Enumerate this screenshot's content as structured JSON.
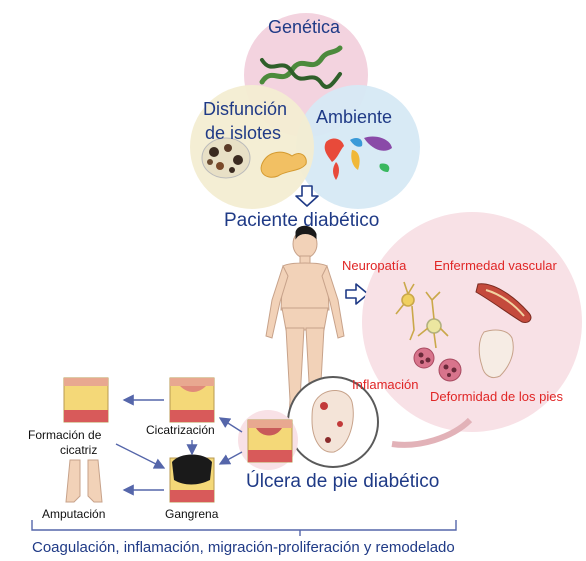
{
  "factors": {
    "genetics": "Genética",
    "islet_line1": "Disfunción",
    "islet_line2": "de islotes",
    "environment": "Ambiente"
  },
  "patient": "Paciente diabético",
  "complications": {
    "neuropathy": "Neuropatía",
    "vascular": "Enfermedad vascular",
    "inflammation": "Inflamación",
    "deformity": "Deformidad de los pies"
  },
  "ulcer": "Úlcera de pie diabético",
  "outcomes": {
    "scar_line1": "Formación de",
    "scar_line2": "cicatriz",
    "healing": "Cicatrización",
    "amputation": "Amputación",
    "gangrene": "Gangrena"
  },
  "phases": "Coagulación, inflamación, migración-proliferación y remodelado",
  "colors": {
    "navy": "#1f3a86",
    "red": "#e02626",
    "pink_circle": "#f3d3df",
    "cream_circle": "#f3edd2",
    "blue_circle": "#d6e9f4",
    "complication_bubble": "#f8e1e6"
  }
}
